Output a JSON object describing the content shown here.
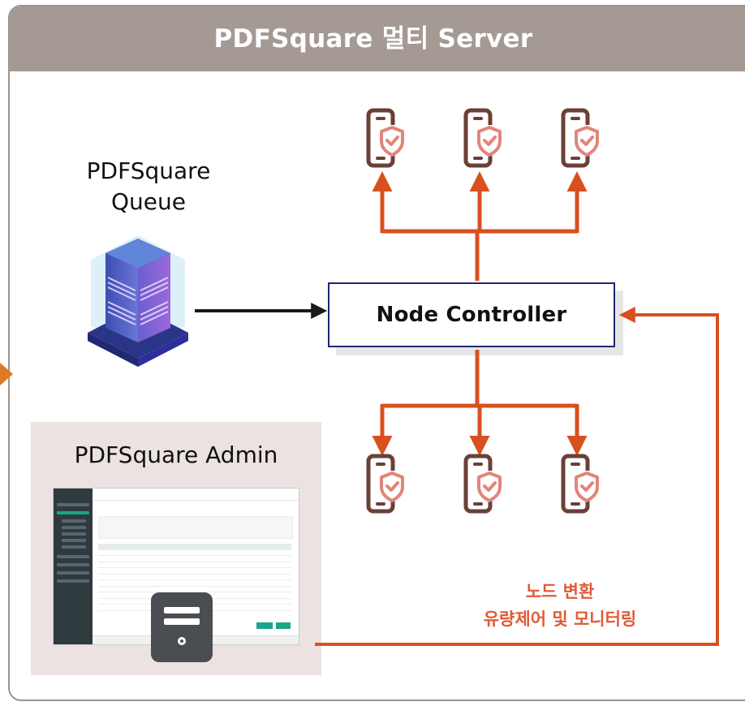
{
  "diagram": {
    "title": "PDFSquare 멀티 Server",
    "queue": {
      "label_line1": "PDFSquare",
      "label_line2": "Queue"
    },
    "admin": {
      "label": "PDFSquare Admin"
    },
    "controller": {
      "label": "Node Controller"
    },
    "control_note": {
      "line1": "노드 변환",
      "line2": "유량제어 및 모니터링"
    },
    "nodes_top": [
      "mobile-shield-icon",
      "mobile-shield-icon",
      "mobile-shield-icon"
    ],
    "nodes_bottom": [
      "mobile-shield-icon",
      "mobile-shield-icon",
      "mobile-shield-icon"
    ],
    "colors": {
      "title_bar": "#a59a93",
      "arrow_orange": "#d9501f",
      "controller_border": "#1f2770",
      "admin_bg": "#ece2e2",
      "device_brown": "#6b4037",
      "shield_salmon": "#e2857a",
      "note_text": "#e05a36"
    }
  }
}
